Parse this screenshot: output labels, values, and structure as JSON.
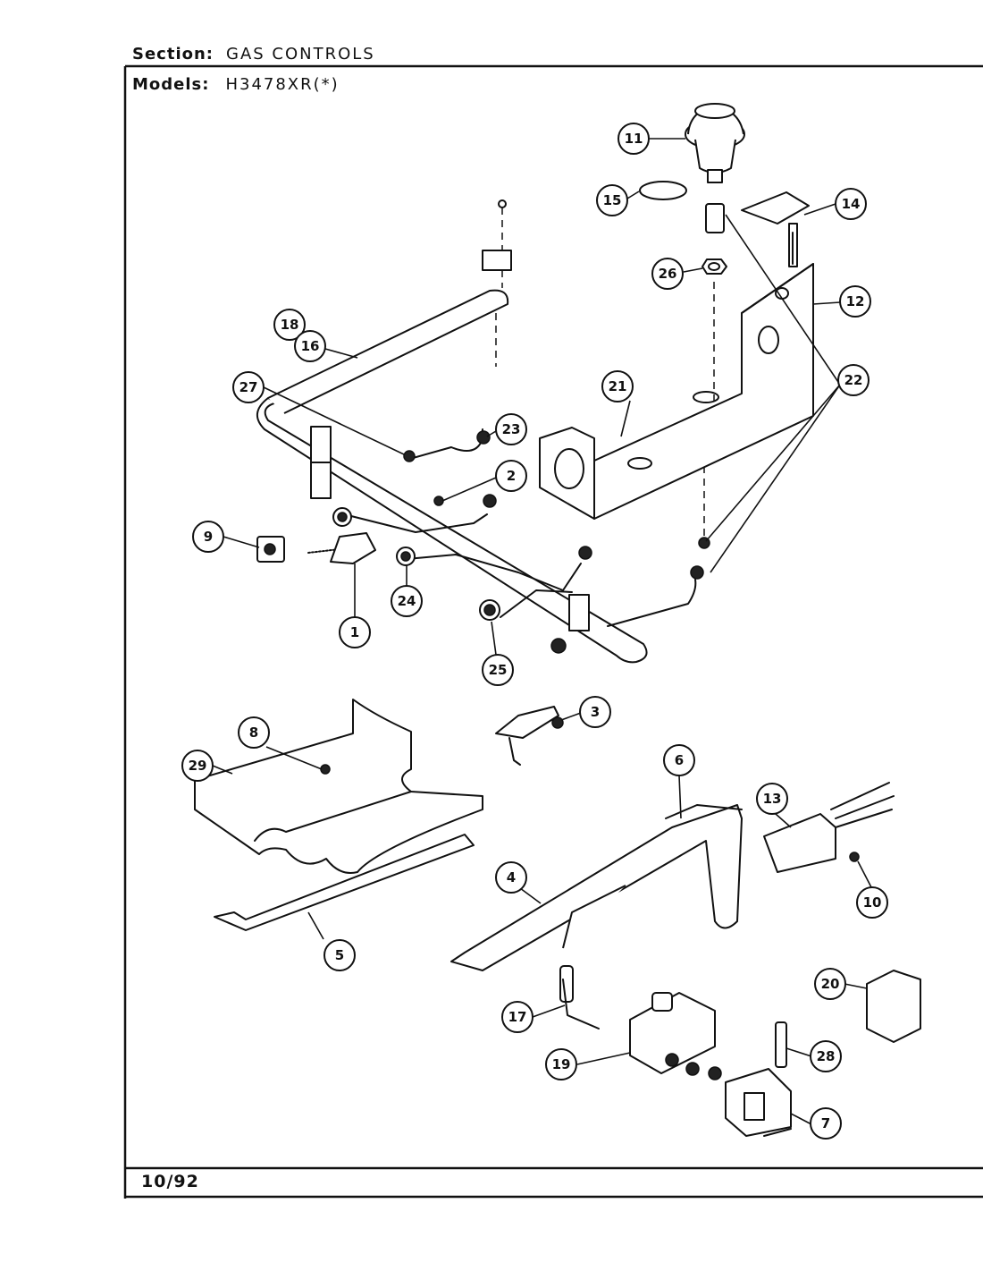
{
  "header": {
    "section_label": "Section:",
    "section_value": "GAS CONTROLS",
    "models_label": "Models:",
    "models_value": "H3478XR(*)"
  },
  "footer": {
    "date": "10/92"
  },
  "callouts": [
    {
      "id": "11",
      "label": "11"
    },
    {
      "id": "15",
      "label": "15"
    },
    {
      "id": "14",
      "label": "14"
    },
    {
      "id": "26",
      "label": "26"
    },
    {
      "id": "12",
      "label": "12"
    },
    {
      "id": "18",
      "label": "18"
    },
    {
      "id": "16",
      "label": "16"
    },
    {
      "id": "22",
      "label": "22"
    },
    {
      "id": "27",
      "label": "27"
    },
    {
      "id": "21",
      "label": "21"
    },
    {
      "id": "23",
      "label": "23"
    },
    {
      "id": "2",
      "label": "2"
    },
    {
      "id": "9",
      "label": "9"
    },
    {
      "id": "24",
      "label": "24"
    },
    {
      "id": "1",
      "label": "1"
    },
    {
      "id": "25",
      "label": "25"
    },
    {
      "id": "3",
      "label": "3"
    },
    {
      "id": "8",
      "label": "8"
    },
    {
      "id": "29",
      "label": "29"
    },
    {
      "id": "6",
      "label": "6"
    },
    {
      "id": "13",
      "label": "13"
    },
    {
      "id": "4",
      "label": "4"
    },
    {
      "id": "10",
      "label": "10"
    },
    {
      "id": "5",
      "label": "5"
    },
    {
      "id": "20",
      "label": "20"
    },
    {
      "id": "17",
      "label": "17"
    },
    {
      "id": "28",
      "label": "28"
    },
    {
      "id": "19",
      "label": "19"
    },
    {
      "id": "7",
      "label": "7"
    }
  ]
}
